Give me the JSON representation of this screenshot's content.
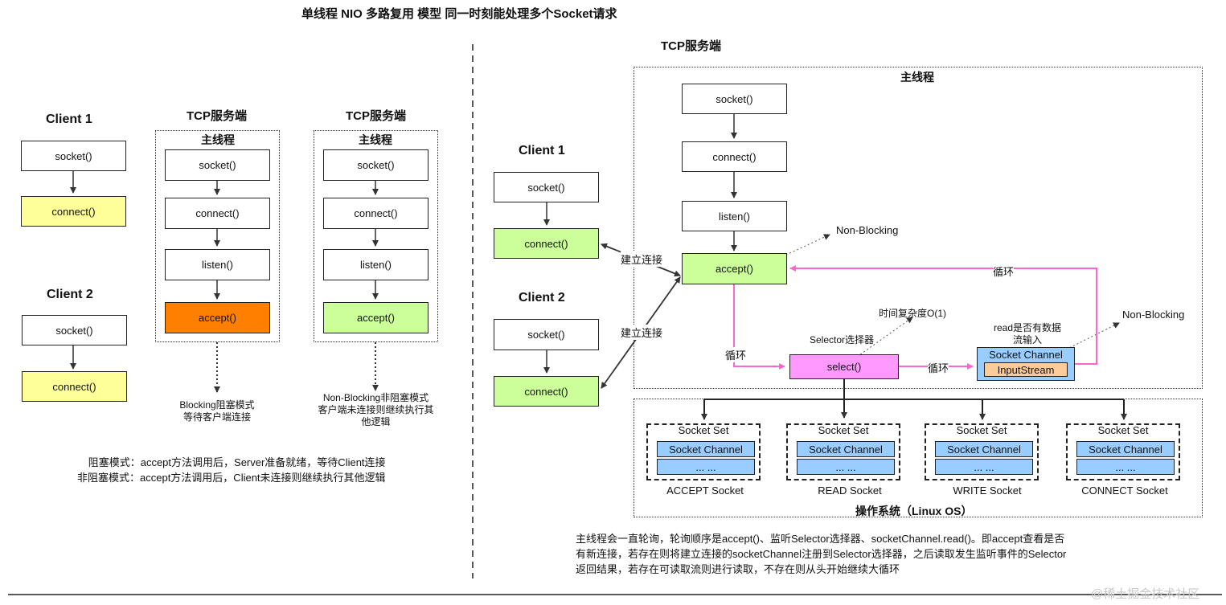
{
  "title": "单线程 NIO 多路复用 模型 同一时刻能处理多个Socket请求",
  "left": {
    "client1": {
      "label": "Client 1",
      "socket": "socket()",
      "connect": "connect()"
    },
    "client2": {
      "label": "Client 2",
      "socket": "socket()",
      "connect": "connect()"
    },
    "server_a": {
      "header": "TCP服务端",
      "main_thread": "主线程",
      "steps": [
        "socket()",
        "connect()",
        "listen()",
        "accept()"
      ],
      "note": [
        "Blocking阻塞模式",
        "等待客户端连接"
      ]
    },
    "server_b": {
      "header": "TCP服务端",
      "main_thread": "主线程",
      "steps": [
        "socket()",
        "connect()",
        "listen()",
        "accept()"
      ],
      "note": [
        "Non-Blocking非阻塞模式",
        "客户端未连接则继续执行其",
        "他逻辑"
      ]
    },
    "summary": [
      "阻塞模式：accept方法调用后，Server准备就绪，等待Client连接",
      "非阻塞模式：accept方法调用后，Client未连接则继续执行其他逻辑"
    ]
  },
  "right": {
    "server_title": "TCP服务端",
    "main_thread": "主线程",
    "client1": {
      "label": "Client 1",
      "socket": "socket()",
      "connect": "connect()"
    },
    "client2": {
      "label": "Client 2",
      "socket": "socket()",
      "connect": "connect()"
    },
    "steps": [
      "socket()",
      "connect()",
      "listen()",
      "accept()"
    ],
    "establish_label": "建立连接",
    "non_blocking_1": "Non-Blocking",
    "non_blocking_2": "Non-Blocking",
    "loop_label": "循环",
    "loop_label_left": "循环",
    "loop_label_mid": "循环",
    "time_complexity": "时间复杂度O(1)",
    "selector_label": "Selector选择器",
    "select": "select()",
    "read_check": [
      "read是否有数据",
      "流输入"
    ],
    "socket_channel": "Socket Channel",
    "input_stream": "InputStream",
    "os_label": "操作系统（Linux OS）",
    "socket_sets": [
      {
        "title": "Socket Set",
        "channel": "Socket Channel",
        "more": "... ...",
        "name": "ACCEPT Socket"
      },
      {
        "title": "Socket Set",
        "channel": "Socket Channel",
        "more": "... ...",
        "name": "READ Socket"
      },
      {
        "title": "Socket Set",
        "channel": "Socket Channel",
        "more": "... ...",
        "name": "WRITE Socket"
      },
      {
        "title": "Socket Set",
        "channel": "Socket Channel",
        "more": "... ...",
        "name": "CONNECT Socket"
      }
    ],
    "description": [
      "主线程会一直轮询，轮询顺序是accept()、监听Selector选择器、socketChannel.read()。即accept查看是否",
      "有新连接，若存在则将建立连接的socketChannel注册到Selector选择器，之后读取发生监听事件的Selector",
      "返回结果，若存在可读取流则进行读取，不存在则从头开始继续大循环"
    ]
  },
  "watermark": "@稀土掘金技术社区",
  "colors": {
    "client_connect": "#ffff99",
    "blocking_accept": "#ff8000",
    "green": "#ccff99",
    "select": "#ff99ff",
    "channel": "#99ccff",
    "input_stream": "#ffcc99",
    "loop_arrow": "#ff66cc"
  }
}
